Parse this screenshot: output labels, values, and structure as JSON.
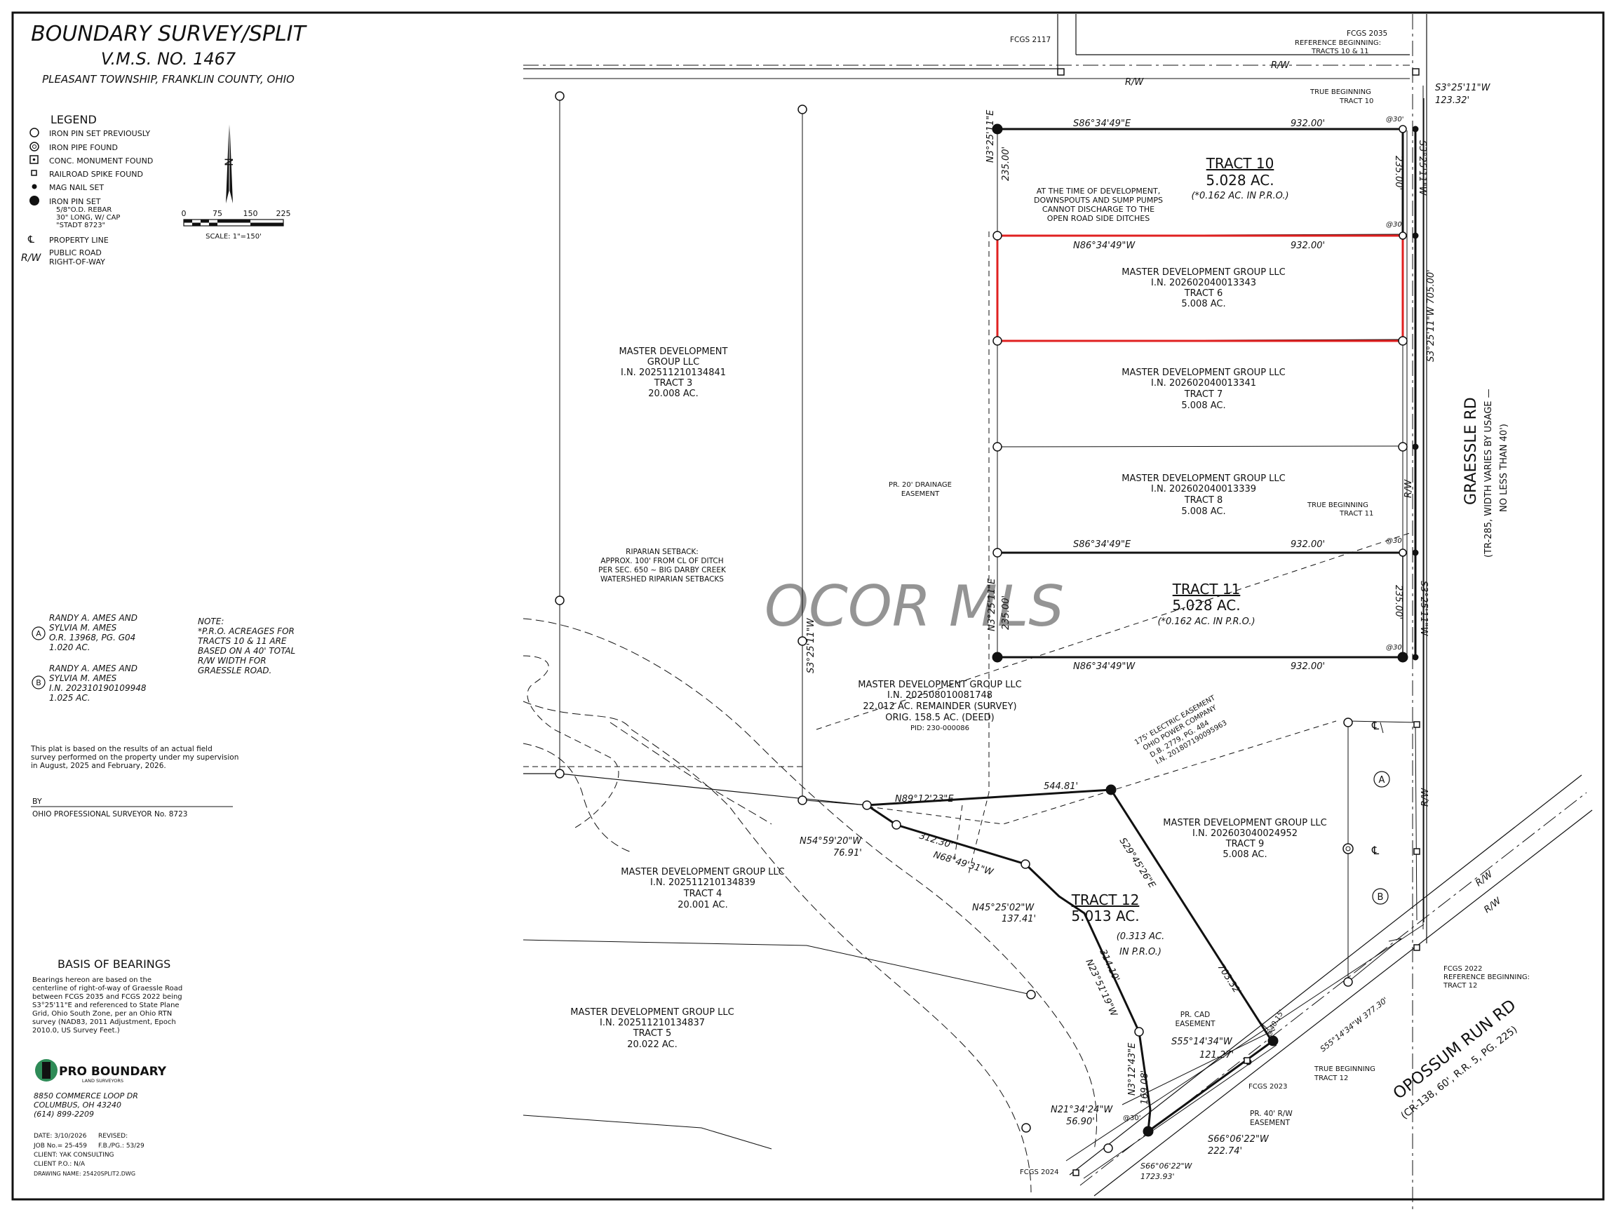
{
  "title": {
    "main": "BOUNDARY SURVEY/SPLIT",
    "vms": "V.M.S. NO. 1467",
    "location": "PLEASANT TOWNSHIP, FRANKLIN COUNTY, OHIO"
  },
  "legend": {
    "heading": "LEGEND",
    "items": [
      {
        "symbol": "circle-open",
        "label": "IRON PIN SET PREVIOUSLY"
      },
      {
        "symbol": "circle-double",
        "label": "IRON PIPE FOUND"
      },
      {
        "symbol": "square-dot",
        "label": "CONC. MONUMENT FOUND"
      },
      {
        "symbol": "square-small",
        "label": "RAILROAD SPIKE FOUND"
      },
      {
        "symbol": "dot-small",
        "label": "MAG NAIL SET"
      },
      {
        "symbol": "dot-large",
        "label": "IRON PIN SET"
      }
    ],
    "pin_note": [
      "5/8\"O.D. REBAR",
      "30\" LONG, W/ CAP",
      "\"STADT 8723\""
    ],
    "pl_symbol": "℄",
    "pl_label": "PROPERTY LINE",
    "rw_symbol": "R/W",
    "rw_label": [
      "PUBLIC ROAD",
      "RIGHT-OF-WAY"
    ]
  },
  "north_arrow": {
    "letter": "N"
  },
  "scale": {
    "ticks": [
      "0",
      "75",
      "150",
      "225"
    ],
    "label": "SCALE: 1\"=150'"
  },
  "owners": {
    "a": {
      "mark": "A",
      "lines": [
        "RANDY A. AMES AND",
        "SYLVIA M. AMES",
        "O.R. 13968, PG. G04",
        "1.020 AC."
      ]
    },
    "b": {
      "mark": "B",
      "lines": [
        "RANDY A. AMES AND",
        "SYLVIA M. AMES",
        "I.N. 202310190109948",
        "1.025 AC."
      ]
    }
  },
  "note": [
    "NOTE:",
    "*P.R.O. ACREAGES FOR",
    "TRACTS 10 & 11 ARE",
    "BASED ON A 40' TOTAL",
    "R/W WIDTH FOR",
    "GRAESSLE ROAD."
  ],
  "survey_statement": [
    "This plat is based on the results of an actual field",
    "survey performed on the property under my supervision",
    "in August, 2025 and February, 2026."
  ],
  "signature": {
    "by": "BY",
    "title": "OHIO PROFESSIONAL SURVEYOR No. 8723"
  },
  "basis": {
    "heading": "BASIS OF BEARINGS",
    "lines": [
      "Bearings hereon are based on the",
      "centerline of right-of-way of Graessle Road",
      "between FCGS 2035 and FCGS 2022 being",
      "S3°25'11\"E and referenced to State Plane",
      "Grid, Ohio South Zone, per an Ohio RTN",
      "survey (NAD83, 2011 Adjustment, Epoch",
      "2010.0, US Survey Feet.)"
    ]
  },
  "company": {
    "logo_text": "PRO BOUNDARY",
    "logo_sub": "LAND SURVEYORS",
    "address": [
      "8850 COMMERCE LOOP DR",
      "COLUMBUS, OH 43240",
      "(614) 899-2209"
    ]
  },
  "job": {
    "date": "DATE: 3/10/2026",
    "revised": "REVISED:",
    "job_no": "JOB No.= 25-459",
    "fb": "F.B./PG.: 53/29",
    "client": "CLIENT: YAK CONSULTING",
    "client_po": "CLIENT P.O.: N/A",
    "drawing": "DRAWING NAME: 25420SPLIT2.DWG"
  },
  "watermark": "OCOR MLS",
  "map": {
    "monuments": {
      "fcgs2117": "FCGS 2117",
      "fcgs2035": [
        "FCGS 2035",
        "REFERENCE BEGINNING:",
        "TRACTS 10 & 11"
      ],
      "true_beg10": [
        "TRUE BEGINNING",
        "TRACT 10"
      ],
      "true_beg11": [
        "TRUE BEGINNING",
        "TRACT 11"
      ],
      "fcgs2022": [
        "FCGS 2022",
        "REFERENCE BEGINNING:",
        "TRACT 12"
      ],
      "true_beg12": [
        "TRUE BEGINNING",
        "TRACT 12"
      ],
      "fcgs2023": "FCGS 2023",
      "fcgs2024": "FCGS 2024"
    },
    "rw": "R/W",
    "road_graessle": {
      "name": "GRAESSLE RD",
      "sub1": "(TR-285, WIDTH VARIES BY USAGE —",
      "sub2": "NO LESS THAN 40')"
    },
    "road_opossum": {
      "name": "OPOSSUM RUN RD",
      "sub": "(CR-138, 60', R.R. 5, PG. 225)"
    },
    "bearings": {
      "s32511w_top": "S3°25'11\"W",
      "d12332": "123.32'",
      "t10_top": "S86°34'49\"E",
      "t10_top_dist": "932.00'",
      "t10_left": "N3°25'11\"E",
      "t10_left_dist": "235.00'",
      "t10_right": "S3°25'11\"W",
      "t10_right_dist": "235.00'",
      "t10_bot": "N86°34'49\"W",
      "t10_bot_dist": "932.00'",
      "t11_top": "S86°34'49\"E",
      "t11_top_dist": "932.00'",
      "t11_left": "N3°25'11\"E",
      "t11_left_dist": "235.00'",
      "t11_right": "S3°25'11\"W",
      "t11_right_dist": "235.00'",
      "t11_bot": "N86°34'49\"W",
      "t11_bot_dist": "932.00'",
      "rw705": "S3°25'11\"W 705.00'",
      "tract3_line": "S3°25'11\"W",
      "n891223e": "N89°12'23\"E",
      "d54481": "544.81'",
      "s294526e": "S29°45'26\"E",
      "d70332": "703.32'",
      "n545920w": "N54°59'20\"W",
      "d7691": "76.91'",
      "n684931w": "N68°49'31\"W",
      "d31230": "312.30'",
      "n452502w": "N45°25'02\"W",
      "d13741": "137.41'",
      "n235119w": "N23°51'19\"W",
      "d31410": "314.10'",
      "n31243e": "N3°12'43\"E",
      "d16908": "169.08'",
      "n213424w": "N21°34'24\"W",
      "d5690": "56.90'",
      "s551434w": "S55°14'34\"W",
      "d12127": "121.27'",
      "s660622w": "S66°06'22\"W",
      "d22274": "222.74'",
      "s660622w_b": "S66°06'22\"W",
      "d172393": "1723.93'",
      "s551434w_r": "S55°14'34\"W 377.30'",
      "d4015": "@40.15'",
      "at30": "@30'"
    },
    "tracts": {
      "t10": {
        "name": "TRACT 10",
        "area": "5.028 AC.",
        "pro": "(*0.162 AC. IN P.R.O.)"
      },
      "t11": {
        "name": "TRACT 11",
        "area": "5.028 AC.",
        "pro": "(*0.162 AC. IN P.R.O.)"
      },
      "t12": {
        "name": "TRACT 12",
        "area": "5.013 AC.",
        "pro1": "(0.313 AC.",
        "pro2": "IN P.R.O.)"
      }
    },
    "parcels": {
      "p6": [
        "MASTER DEVELOPMENT GROUP LLC",
        "I.N. 202602040013343",
        "TRACT 6",
        "5.008 AC."
      ],
      "p7": [
        "MASTER DEVELOPMENT GROUP LLC",
        "I.N. 202602040013341",
        "TRACT 7",
        "5.008 AC."
      ],
      "p8": [
        "MASTER DEVELOPMENT GROUP LLC",
        "I.N. 202602040013339",
        "TRACT 8",
        "5.008 AC."
      ],
      "p9": [
        "MASTER DEVELOPMENT GROUP LLC",
        "I.N. 202603040024952",
        "TRACT 9",
        "5.008 AC."
      ],
      "p3": [
        "MASTER DEVELOPMENT",
        "GROUP LLC",
        "I.N. 202511210134841",
        "TRACT 3",
        "20.008 AC."
      ],
      "p4": [
        "MASTER DEVELOPMENT GROUP LLC",
        "I.N. 202511210134839",
        "TRACT 4",
        "20.001 AC."
      ],
      "p5": [
        "MASTER DEVELOPMENT GROUP LLC",
        "I.N. 202511210134837",
        "TRACT 5",
        "20.022 AC."
      ],
      "rem": [
        "MASTER DEVELOPMENT GROUP LLC",
        "I.N. 202508010081748",
        "22.012 AC. REMAINDER (SURVEY)",
        "ORIG. 158.5 AC. (DEED)",
        "PID: 230-000086"
      ]
    },
    "notes": {
      "sump": [
        "AT THE TIME OF DEVELOPMENT,",
        "DOWNSPOUTS AND SUMP PUMPS",
        "CANNOT DISCHARGE TO THE",
        "OPEN ROAD SIDE DITCHES"
      ],
      "drainage": [
        "PR. 20' DRAINAGE",
        "EASEMENT"
      ],
      "riparian": [
        "RIPARIAN SETBACK:",
        "APPROX. 100' FROM CL OF DITCH",
        "PER SEC. 650 ~ BIG DARBY CREEK",
        "WATERSHED RIPARIAN SETBACKS"
      ],
      "electric": [
        "175' ELECTRIC EASEMENT",
        "OHIO POWER COMPANY",
        "D.B. 2779, PG. 484",
        "I.N. 201807190095963"
      ],
      "cad": [
        "PR. CAD",
        "EASEMENT"
      ],
      "rw40": [
        "PR. 40' R/W",
        "EASEMENT"
      ]
    },
    "labels": {
      "a": "A",
      "b": "B",
      "pl": "℄"
    }
  }
}
